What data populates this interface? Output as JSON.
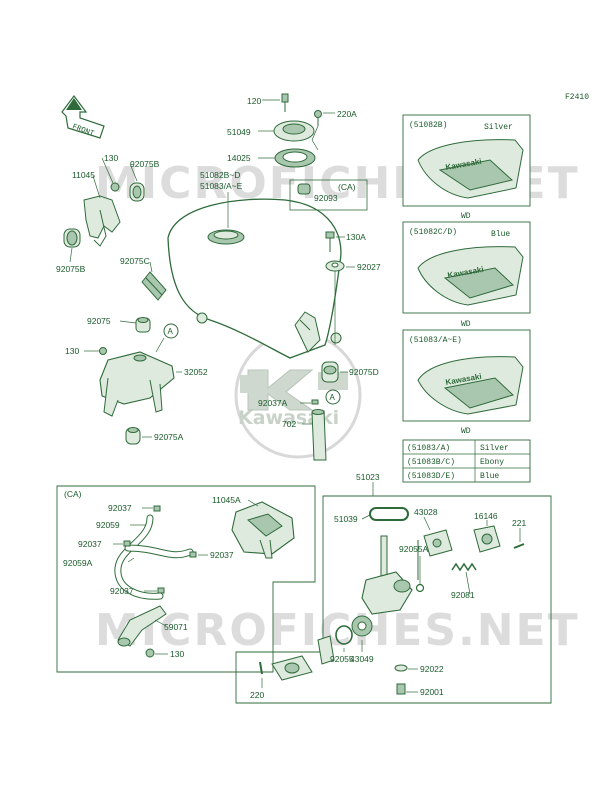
{
  "diagram_code": "F2410",
  "front_label": "FRONT",
  "watermark": "MICROFICHES.NET",
  "logo_text": "Kawasaki",
  "colors": {
    "ink": "#1a5a2a",
    "line": "#2f6b3a",
    "part_fill": "#dfeadf",
    "part_shade": "#a9c7ae",
    "watermark": "#d7d7d7"
  },
  "labels": {
    "p120": "120",
    "p220a": "220A",
    "p51049": "51049",
    "p14025": "14025",
    "ca_top": "(CA)",
    "p92093": "92093",
    "p51082bd": "51082B~D",
    "p51083ae": "51083/A~E",
    "p130_top": "130",
    "p92075b_top": "92075B",
    "p11045": "11045",
    "p92075b_bot": "92075B",
    "p92075c": "92075C",
    "p130a": "130A",
    "p92027": "92027",
    "p92075": "92075",
    "circle_a1": "A",
    "p130_mid": "130",
    "p32052": "32052",
    "p92075d": "92075D",
    "p92037a": "92037A",
    "circle_a2": "A",
    "p702": "702",
    "p92075a": "92075A",
    "p51023": "51023",
    "ca_bottom": "(CA)",
    "p92037_1": "92037",
    "p11045a": "11045A",
    "p92059": "92059",
    "p92037_2": "92037",
    "p92037_3": "92037",
    "p92059a": "92059A",
    "p92037_4": "92037",
    "p59071": "59071",
    "p130_bot": "130",
    "p51039": "51039",
    "p43028": "43028",
    "p16146": "16146",
    "p221": "221",
    "p92055a": "92055A",
    "p92081": "92081",
    "p92055": "92055",
    "p43049": "43049",
    "p92022": "92022",
    "p220": "220",
    "p92001": "92001"
  },
  "variant_panels": [
    {
      "code": "(51082B)",
      "color": "Silver",
      "tag": "WD"
    },
    {
      "code": "(51082C/D)",
      "color": "Blue",
      "tag": "WD"
    },
    {
      "code": "(51083/A~E)",
      "color": "",
      "tag": "WD"
    }
  ],
  "color_table": [
    {
      "code": "(51083/A)",
      "color": "Silver"
    },
    {
      "code": "(51083B/C)",
      "color": "Ebony"
    },
    {
      "code": "(51083D/E)",
      "color": "Blue"
    }
  ]
}
